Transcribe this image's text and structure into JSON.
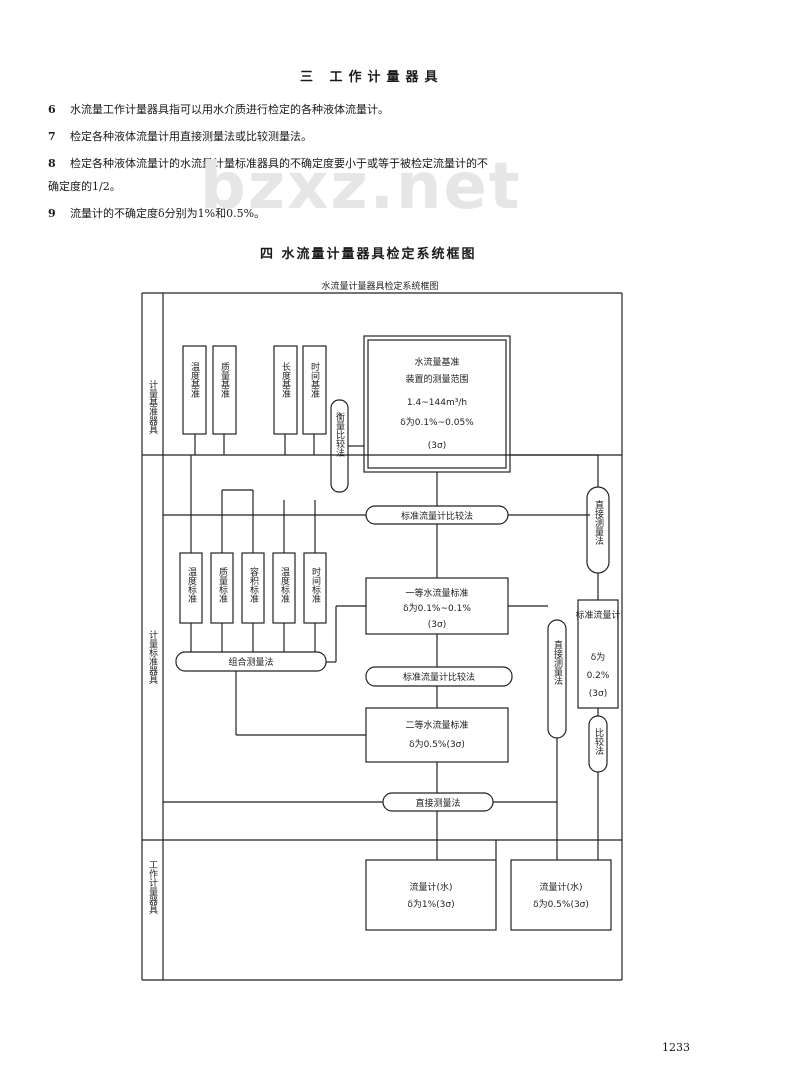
{
  "header": {
    "section3_title": "三 工作计量器具",
    "section4_title": "四 水流量计量器具检定系统框图"
  },
  "clauses": [
    {
      "num": "6",
      "text": "水流量工作计量器具指可以用水介质进行检定的各种液体流量计。"
    },
    {
      "num": "7",
      "text": "检定各种液体流量计用直接测量法或比较测量法。"
    },
    {
      "num": "8",
      "text": "检定各种液体流量计的水流量计量标准器具的不确定度要小于或等于被检定流量计的不"
    },
    {
      "num": "",
      "text": "确定度的1/2。"
    },
    {
      "num": "9",
      "text": "流量计的不确定度δ分别为1%和0.5%。"
    }
  ],
  "watermark": "bzxz.net",
  "diagram": {
    "top_label": "水流量计量器具检定系统框图",
    "side_labels": {
      "national": "计量基准器具",
      "standard": "计量标准器具",
      "working": "工作计量器具"
    },
    "primary_left": [
      "温度基准",
      "质量基准",
      "长度基准",
      "时间基准"
    ],
    "primary_method": "衡量比较法",
    "primary_box": [
      "水流量基准",
      "装置的测量范围",
      "1.4~144m³/h",
      "δ为0.1%~0.05%",
      "(3σ)"
    ],
    "compare1": "标准流量计比较法",
    "direct_right": "直接测量法",
    "secondary_left": [
      "温度标准",
      "质量标准",
      "容积标准",
      "温度标准",
      "时间标准"
    ],
    "combo": "组合测量法",
    "std1_box": [
      "一等水流量标准",
      "δ为0.1%~0.1%",
      "(3σ)"
    ],
    "compare2": "标准流量计比较法",
    "std2_box": [
      "二等水流量标准",
      "δ为0.5%(3σ)"
    ],
    "direct_mid": "直接测量法",
    "direct_bottom": "直接测量法",
    "transfer_box": [
      "标准流量计",
      "δ为",
      "0.2%",
      "(3σ)"
    ],
    "compare_right": "比较法",
    "work1_box": [
      "流量计(水)",
      "δ为1%(3σ)"
    ],
    "work2_box": [
      "流量计(水)",
      "δ为0.5%(3σ)"
    ]
  },
  "page_number": "1233"
}
